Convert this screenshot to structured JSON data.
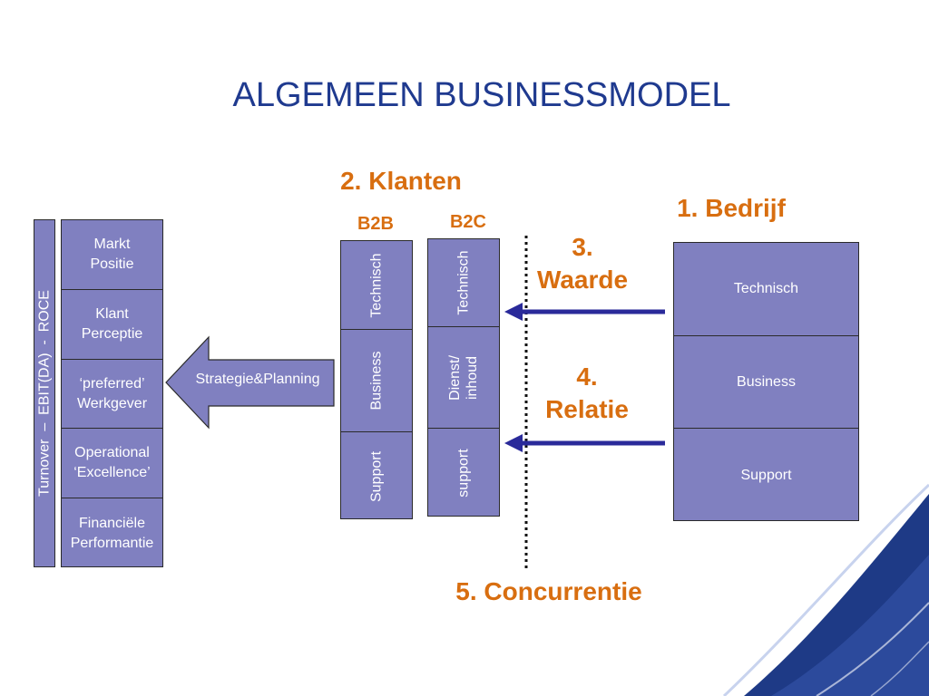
{
  "title": "ALGEMEEN BUSINESSMODEL",
  "kpi_bar": {
    "label": "Turnover  –  EBIT(DA)  -  ROCE"
  },
  "left_column": [
    {
      "label": "Markt\nPositie"
    },
    {
      "label": "Klant\nPerceptie"
    },
    {
      "label": "‘preferred’\nWerkgever"
    },
    {
      "label": "Operational\n‘Excellence’"
    },
    {
      "label": "Financiële\nPerformantie"
    }
  ],
  "strategy_arrow": {
    "label": "Strategie&Planning"
  },
  "klanten": {
    "heading": "2. Klanten",
    "b2b": {
      "label": "B2B",
      "cells": [
        "Technisch",
        "Business",
        "Support"
      ]
    },
    "b2c": {
      "label": "B2C",
      "cells": [
        "Technisch",
        "Dienst/\ninhoud",
        "support"
      ]
    }
  },
  "bedrijf": {
    "heading": "1. Bedrijf",
    "cells": [
      "Technisch",
      "Business",
      "Support"
    ]
  },
  "waarde": {
    "label": "3.\nWaarde"
  },
  "relatie": {
    "label": "4.\nRelatie"
  },
  "concurrentie": {
    "label": "5. Concurrentie"
  },
  "colors": {
    "box_fill": "#8080c0",
    "title_blue": "#1f3a8f",
    "heading_orange": "#d86e10",
    "arrow_blue": "#2a2a9a",
    "corner_navy": "#1e3a86"
  }
}
